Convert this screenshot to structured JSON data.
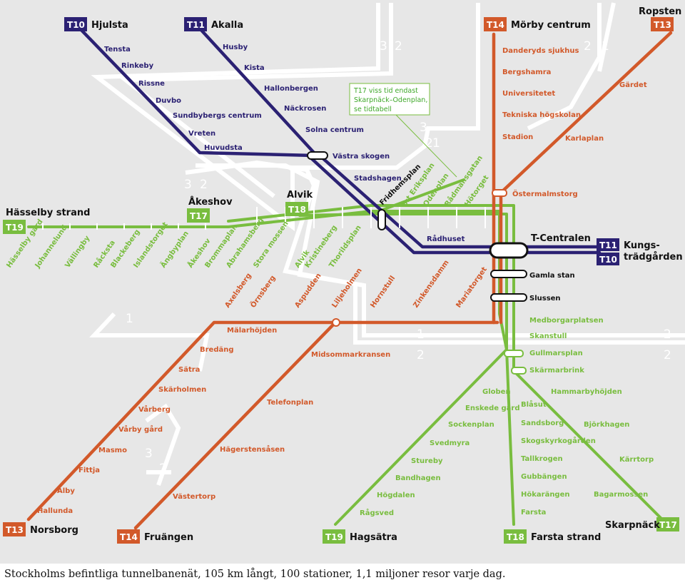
{
  "caption": "Stockholms befintliga tunnelbanenät, 105 km långt, 100 stationer, 1,1 miljoner resor varje dag.",
  "colors": {
    "blue": "#2b2173",
    "green": "#79bd3f",
    "red": "#d2592a",
    "zone_bg": "#e7e7e7",
    "zone_line": "#ffffff"
  },
  "note": {
    "line1": "T17 viss tid endast",
    "line2": "Skarpnäck–Odenplan,",
    "line3": "se tidtabell"
  },
  "lines": {
    "T10": "T10",
    "T11": "T11",
    "T13": "T13",
    "T14": "T14",
    "T17": "T17",
    "T18": "T18",
    "T19": "T19"
  },
  "terminals": {
    "hjulsta": "Hjulsta",
    "akalla": "Akalla",
    "morby": "Mörby centrum",
    "ropsten": "Ropsten",
    "hasselby": "Hässelby strand",
    "akeshov": "Åkeshov",
    "alvik": "Alvik",
    "tcentralen": "T-Centralen",
    "kungs1": "Kungs-",
    "kungs2": "trädgården",
    "norsborg": "Norsborg",
    "fruangen": "Fruängen",
    "hagsatra": "Hagsätra",
    "farsta": "Farsta strand",
    "skarpnack": "Skarpnäck"
  },
  "zones": [
    "3",
    "2",
    "2",
    "1",
    "3",
    "2",
    "3",
    "2",
    "1",
    "2",
    "1",
    "2",
    "2",
    "1",
    "3",
    "2"
  ],
  "stations": {
    "blue_north": [
      "Tensta",
      "Rinkeby",
      "Rissne",
      "Duvbo",
      "Sundbybergs centrum",
      "Vreten",
      "Huvudsta"
    ],
    "blue_akalla": [
      "Husby",
      "Kista",
      "Hallonbergen",
      "Näckrosen",
      "Solna centrum",
      "Västra skogen"
    ],
    "blue_center": [
      "Stadshagen",
      "Fridhemsplan",
      "Rådhuset"
    ],
    "red_north": [
      "Danderyds sjukhus",
      "Bergshamra",
      "Universitetet",
      "Tekniska högskolan",
      "Stadion"
    ],
    "red_ropsten": [
      "Gärdet",
      "Karlaplan",
      "Östermalmstorg"
    ],
    "green_north": [
      "S:t Eriksplan",
      "Odenplan",
      "Rådmansgatan",
      "Hötorget"
    ],
    "green_west": [
      "Hässelby gård",
      "Johannelund",
      "Vällingby",
      "Råcksta",
      "Blackeberg",
      "Islandstorget",
      "Ängbyplan",
      "Åkeshov",
      "Brommaplan",
      "Abrahamsberg",
      "Stora mossen",
      "Alvik",
      "Kristineberg",
      "Thorildsplan"
    ],
    "central": [
      "Gamla stan",
      "Slussen",
      "Medborgarplatsen",
      "Skanstull",
      "Gullmarsplan",
      "Skärmarbrink"
    ],
    "red_south_row": [
      "Axelsberg",
      "Örnsberg",
      "Aspudden",
      "Liljeholmen",
      "Hornstull",
      "Zinkensdamm",
      "Mariatorget"
    ],
    "red_norsborg": [
      "Mälarhöjden",
      "Bredäng",
      "Sätra",
      "Skärholmen",
      "Vårberg",
      "Vårby gård",
      "Masmo",
      "Fittja",
      "Alby",
      "Hallunda"
    ],
    "red_fruangen": [
      "Midsommarkransen",
      "Telefonplan",
      "Hägerstensåsen",
      "Västertorp"
    ],
    "green_hagsatra": [
      "Globen",
      "Enskede gård",
      "Sockenplan",
      "Svedmyra",
      "Stureby",
      "Bandhagen",
      "Högdalen",
      "Rågsved"
    ],
    "green_farsta": [
      "Blåsut",
      "Sandsborg",
      "Skogskyrkogården",
      "Tallkrogen",
      "Gubbängen",
      "Hökarängen",
      "Farsta"
    ],
    "green_skarpnack": [
      "Hammarbyhöjden",
      "Björkhagen",
      "Kärrtorp",
      "Bagarmossen"
    ]
  }
}
